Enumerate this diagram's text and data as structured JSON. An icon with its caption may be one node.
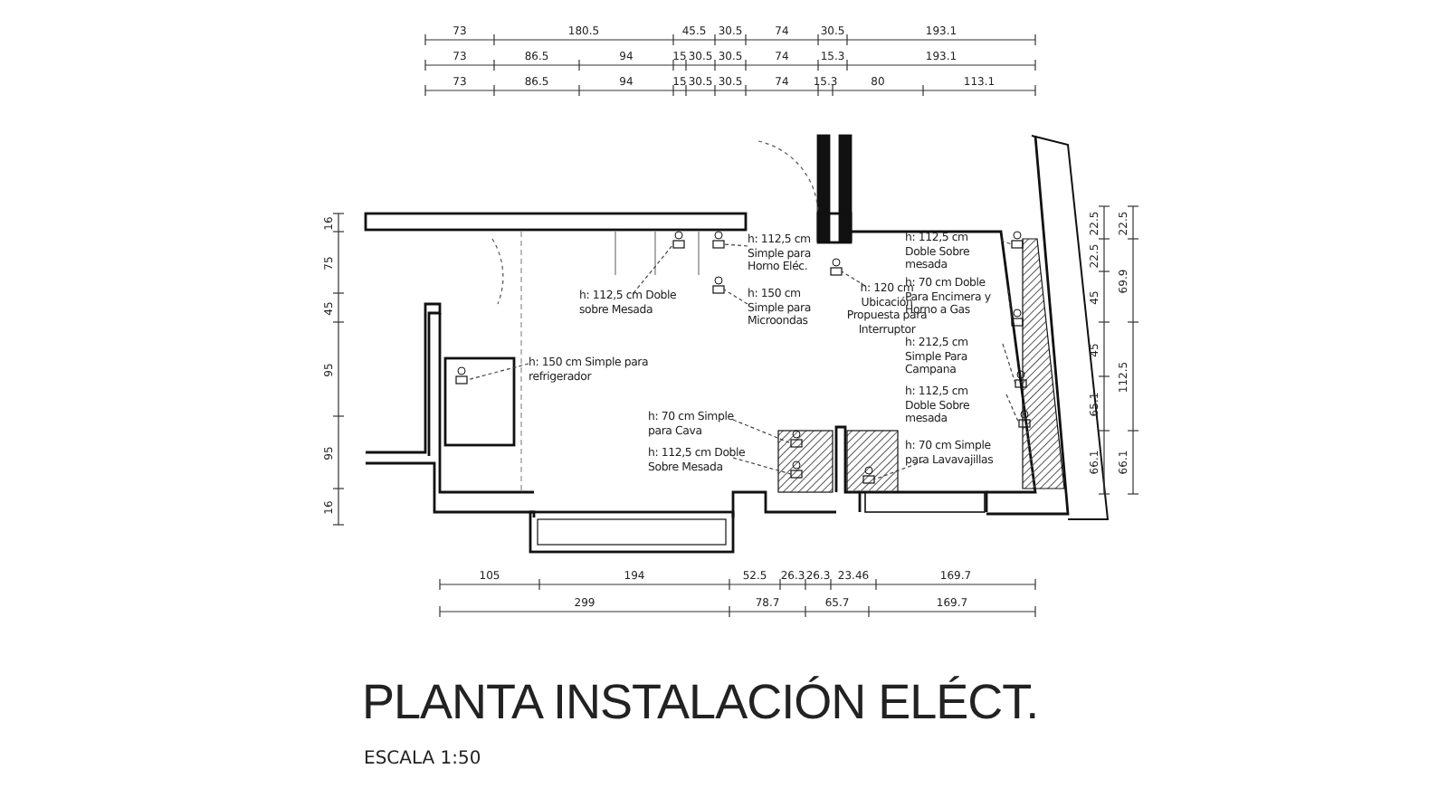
{
  "diagram": {
    "title": "PLANTA INSTALACIÓN ELÉCT.",
    "caption": "ESCALA 1:50",
    "nodes": [
      {
        "text": [
          "h: 112,5 cm Doble sobre Mesada"
        ]
      },
      {
        "text": [
          "h: 112,5 cm Simple para Horno Eléc."
        ]
      },
      {
        "text": [
          "h: 150 cm Simple para Microondas"
        ]
      },
      {
        "text": [
          "h: 150 cm Simple para refrigerador"
        ]
      },
      {
        "text": [
          "h: 70 cm Simple para Cava"
        ]
      },
      {
        "text": [
          "h: 112,5 cm Doble Sobre Mesada"
        ]
      },
      {
        "text": [
          "h: 120 cm Ubicación Propuesta para Interruptor"
        ]
      },
      {
        "text": [
          "h: 112,5 cm Doble Sobre mesada"
        ]
      },
      {
        "text": [
          "h: 70 cm Doble Para Encimera y Horno a Gas"
        ]
      },
      {
        "text": [
          "h: 212,5 cm Simple Para Campana"
        ]
      },
      {
        "text": [
          "h: 112,5 cm Doble Sobre mesada"
        ]
      },
      {
        "text": [
          "h: 70 cm Simple para Lavavajillas"
        ]
      },
      {
        "text": [],
        "shape": "box"
      },
      {
        "text": [],
        "shape": "box"
      },
      {
        "text": [],
        "shape": "box"
      },
      {
        "text": [],
        "shape": "box"
      },
      {
        "text": [],
        "shape": "box"
      },
      {
        "text": [],
        "shape": "box"
      },
      {
        "text": [],
        "shape": "box"
      },
      {
        "text": [],
        "shape": "box"
      },
      {
        "text": [],
        "shape": "box"
      },
      {
        "text": [],
        "shape": "box"
      },
      {
        "text": [],
        "shape": "box"
      },
      {
        "text": [],
        "shape": "box"
      }
    ],
    "edges": [
      {
        "from": 0,
        "to": 13,
        "arrow": "none",
        "style": "dashed"
      },
      {
        "from": 1,
        "to": 14,
        "arrow": "none",
        "style": "dashed"
      },
      {
        "from": 2,
        "to": 15,
        "arrow": "none",
        "style": "dashed"
      },
      {
        "from": 3,
        "to": 12,
        "arrow": "none",
        "style": "dashed"
      },
      {
        "from": 4,
        "to": 16,
        "arrow": "none",
        "style": "dashed"
      },
      {
        "from": 5,
        "to": 17,
        "arrow": "none",
        "style": "dashed"
      },
      {
        "from": 6,
        "to": 18,
        "arrow": "none",
        "style": "dashed"
      },
      {
        "from": 7,
        "to": 20,
        "arrow": "none",
        "style": "dashed"
      },
      {
        "from": 8,
        "to": 21,
        "arrow": "none",
        "style": "dashed"
      },
      {
        "from": 9,
        "to": 22,
        "arrow": "none",
        "style": "dashed"
      },
      {
        "from": 10,
        "to": 23,
        "arrow": "none",
        "style": "dashed"
      },
      {
        "from": 11,
        "to": 19,
        "arrow": "none",
        "style": "dashed"
      }
    ],
    "labels": [
      "73",
      "180.5",
      "45.5",
      "30.5",
      "74",
      "30.5",
      "193.1",
      "73",
      "86.5",
      "94",
      "15",
      "30.5",
      "30.5",
      "74",
      "15.3",
      "193.1",
      "73",
      "86.5",
      "94",
      "15",
      "30.5",
      "30.5",
      "74",
      "15.3",
      "80",
      "113.1",
      "16",
      "75",
      "45",
      "95",
      "95",
      "16",
      "22.5",
      "22.5",
      "45",
      "45",
      "65.1",
      "66.1",
      "22.5",
      "69.9",
      "112.5",
      "66.1",
      "105",
      "194",
      "52.5",
      "26.3",
      "26.3",
      "23.46",
      "169.7",
      "299",
      "78.7",
      "65.7",
      "169.7"
    ]
  }
}
